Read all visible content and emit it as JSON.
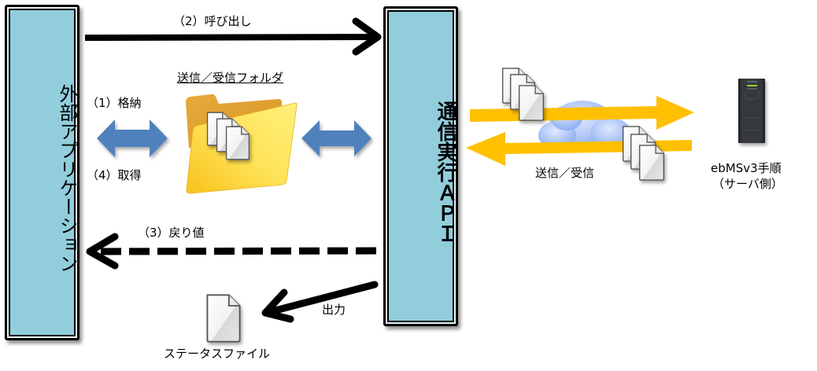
{
  "blocks": {
    "external_app": "外部アプリケーション",
    "comm_api": "通信実行ＡＰＩ"
  },
  "labels": {
    "call": "（2）呼び出し",
    "store": "（1）格納",
    "retrieve": "（4）取得",
    "return_value": "（3）戻り値",
    "folder": "送信／受信フォルダ",
    "output": "出力",
    "status_file": "ステータスファイル",
    "send_receive": "送信／受信",
    "server_line1": "ebMSv3手順",
    "server_line2": "（サーバ側）"
  },
  "icons": {
    "folder": "folder-with-documents-icon",
    "documents": "document-stack-icon",
    "status_file": "document-icon",
    "cloud": "cloud-icon",
    "server": "server-tower-icon"
  },
  "colors": {
    "block_fill": "#92cddc",
    "blue_arrow": "#4f81bd",
    "orange_arrow": "#ffc000",
    "black_arrow": "#000000",
    "folder_back": "#e0a530",
    "folder_front": "#ffe94a"
  }
}
